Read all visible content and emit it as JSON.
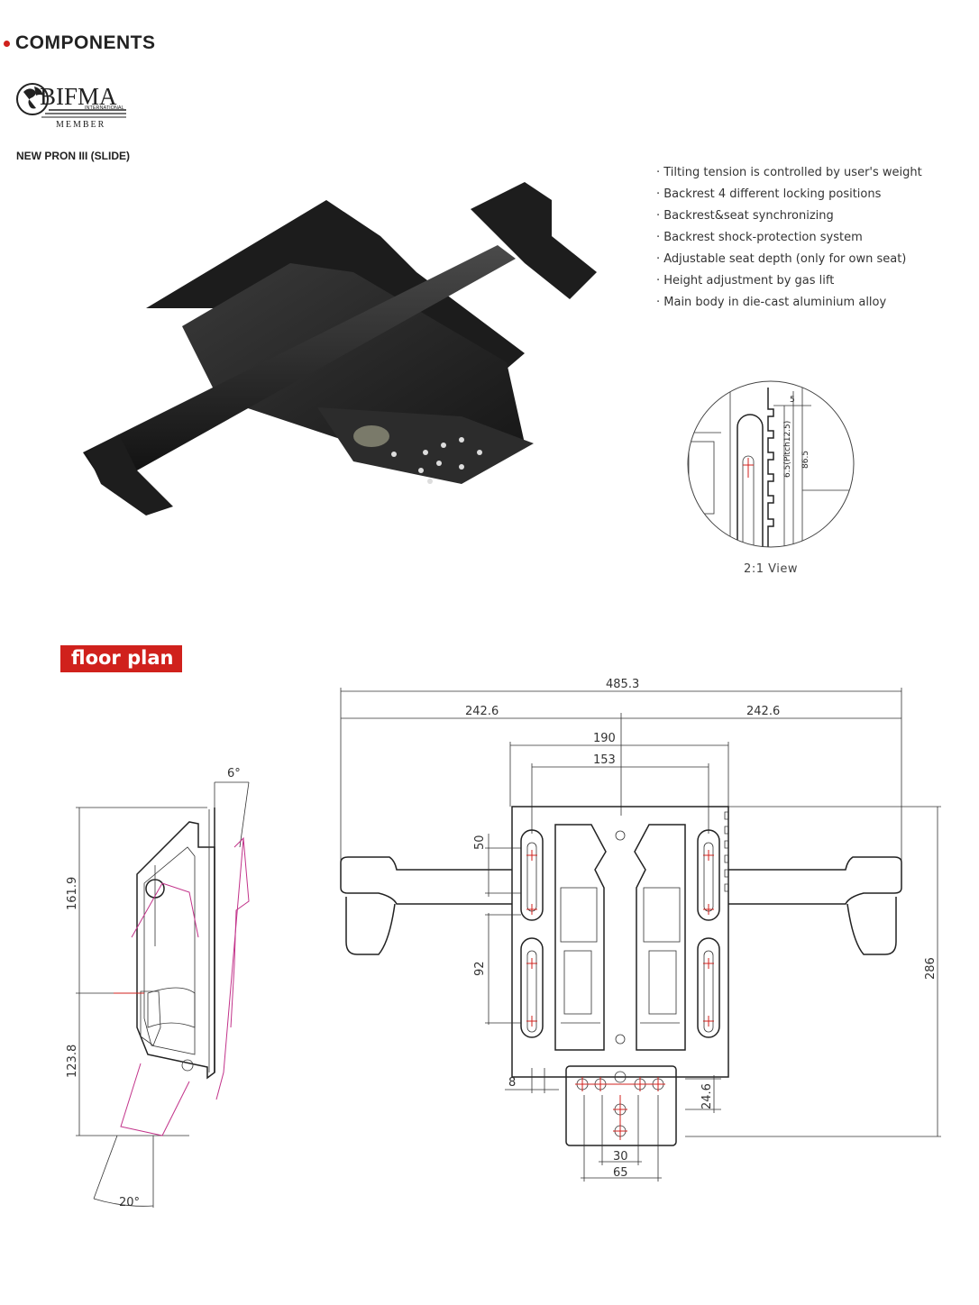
{
  "header": {
    "title": "COMPONENTS",
    "accent_color": "#d0211c"
  },
  "logo": {
    "name": "BIFMA",
    "sub1": "INTERNATIONAL",
    "sub2": "MEMBER"
  },
  "product": {
    "name": "NEW PRON III (SLIDE)"
  },
  "features": [
    "Tilting tension is controlled by user's weight",
    "Backrest 4 different locking positions",
    "Backrest&seat synchronizing",
    "Backrest shock-protection system",
    "Adjustable seat depth (only for own seat)",
    "Height adjustment by gas lift",
    "Main body in die-cast aluminium alloy"
  ],
  "detail": {
    "caption": "2:1 View",
    "dim_5": "5",
    "dim_pitch": "6.5(Pitch12.5)",
    "dim_86": "86.5"
  },
  "floor_plan": {
    "label": "floor plan",
    "side": {
      "angle_top": "6°",
      "angle_bottom": "20°",
      "dim_upper": "161.9",
      "dim_lower": "123.8"
    },
    "top": {
      "overall_width": "485.3",
      "half_left": "242.6",
      "half_right": "242.6",
      "dim_190": "190",
      "dim_153": "153",
      "dim_50": "50",
      "dim_92": "92",
      "dim_286": "286",
      "dim_8": "8",
      "dim_24_6": "24.6",
      "dim_30": "30",
      "dim_65": "65"
    }
  }
}
